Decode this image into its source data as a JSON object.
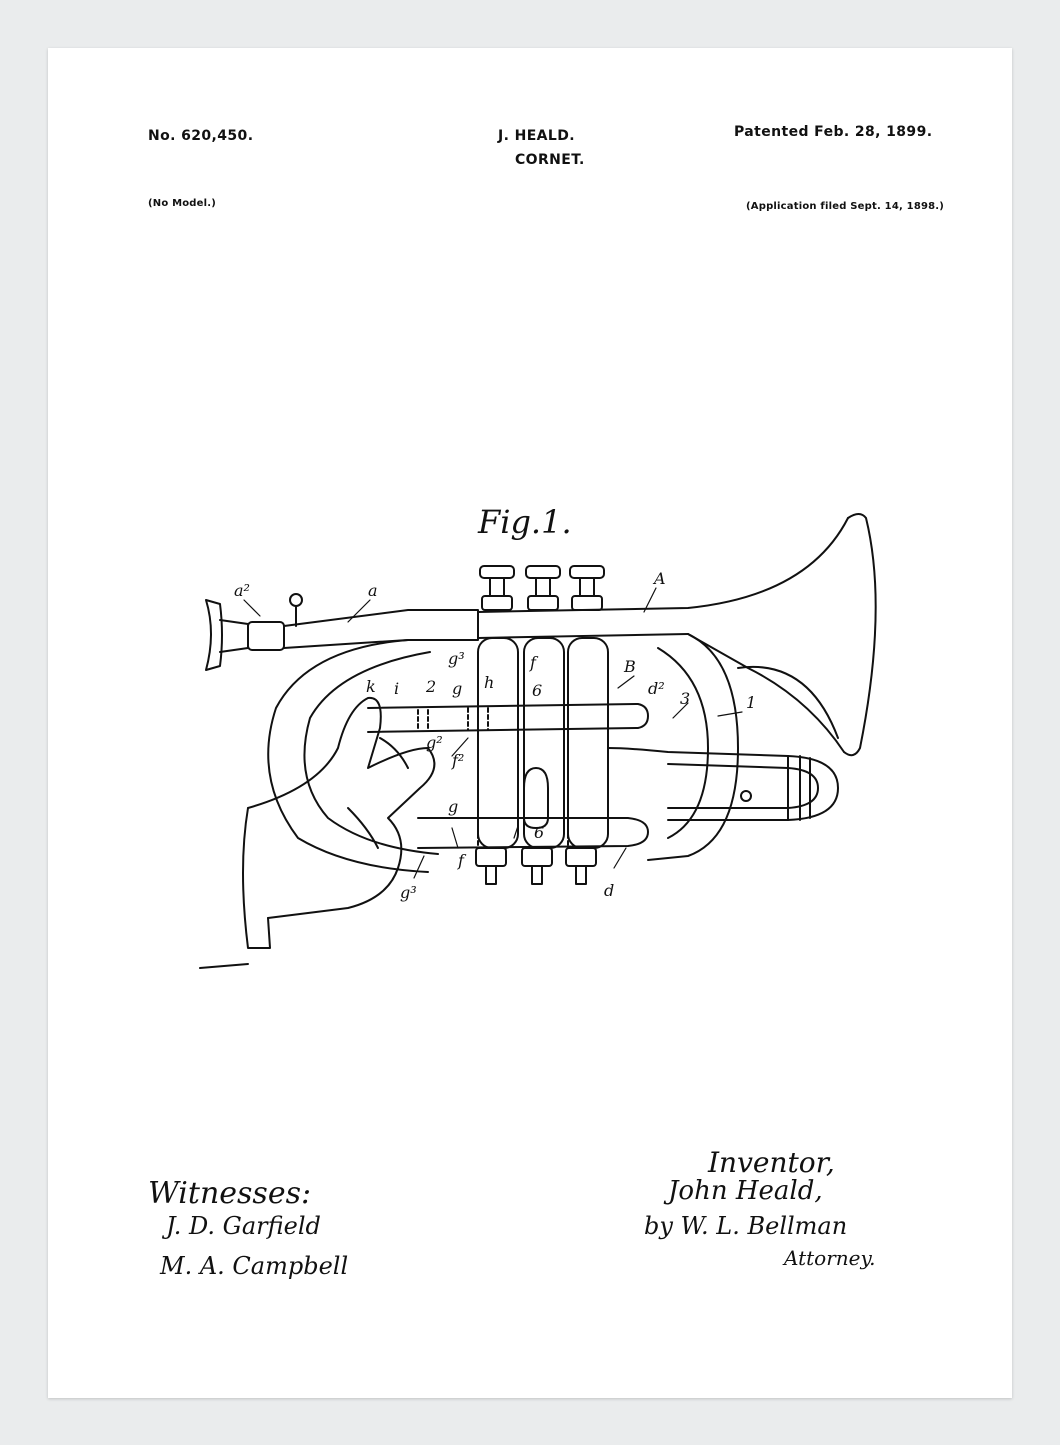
{
  "header": {
    "patent_number": "No. 620,450.",
    "inventor_name": "J. HEALD.",
    "title": "CORNET.",
    "patent_date": "Patented Feb. 28, 1899.",
    "model_note": "(No Model.)",
    "application_note": "(Application filed Sept. 14, 1898.)"
  },
  "figure": {
    "label": "Fig.1.",
    "reference_letters": [
      "a2",
      "a",
      "A",
      "k",
      "i",
      "2",
      "g3",
      "g",
      "h",
      "f",
      "6",
      "B",
      "d2",
      "3",
      "1",
      "g2",
      "f2",
      "g",
      "6",
      "f",
      "g3",
      "d"
    ]
  },
  "witnesses": {
    "heading": "Witnesses:",
    "names": [
      "J. D. Garfield",
      "M. A. Campbell"
    ]
  },
  "inventor": {
    "heading": "Inventor,",
    "name": "John Heald,",
    "by_line": "by W. L. Bellman",
    "attorney": "Attorney."
  },
  "colors": {
    "ink": "#111111",
    "paper": "#ffffff",
    "background": "#eaeced"
  }
}
